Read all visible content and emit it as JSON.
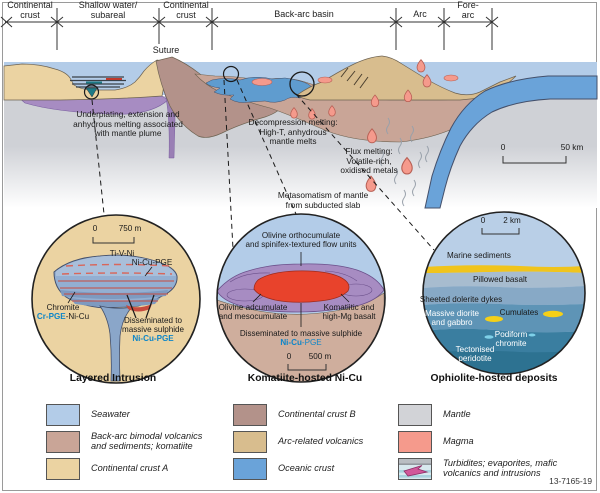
{
  "figure_id": "13-7165-19",
  "colors": {
    "seawater": "#b3cce8",
    "back_arc_bimodal": "#c9a597",
    "continental_crust_a": "#ebd3a2",
    "continental_crust_b": "#b3928a",
    "arc_related_volcanics": "#d8bd8e",
    "oceanic_crust": "#6aa3d9",
    "mantle": "#d2d3d7",
    "magma": "#f59a8c",
    "underplate_purple": "#a78cc2",
    "komatiite_red": "#e8432c",
    "ore_label_blue": "#0e86c8"
  },
  "header": {
    "zones": [
      {
        "lines": [
          "Continental",
          "crust"
        ]
      },
      {
        "lines": [
          "Shallow water/",
          "subareal"
        ]
      },
      {
        "lines": [
          "Continental",
          "crust"
        ]
      },
      {
        "lines": [
          "Back-arc basin"
        ]
      },
      {
        "lines": [
          "Arc"
        ]
      },
      {
        "lines": [
          "Fore-",
          "arc"
        ]
      }
    ],
    "suture": "Suture"
  },
  "section": {
    "notes": {
      "underplating": [
        "Underplating, extension and",
        "anhydrous melting associated",
        "with mantle plume"
      ],
      "decompression": [
        "Decompression melting:",
        "High-T, anhydrous",
        "mantle melts"
      ],
      "flux": [
        "Flux melting:",
        "Volatile-rich,",
        "oxidised metals"
      ],
      "metasomatism": [
        "Metasomatism of mantle",
        "from subducted slab"
      ]
    },
    "scale": {
      "zero": "0",
      "max": "50 km"
    }
  },
  "insets": {
    "layered": {
      "caption": "Layered Intrusion",
      "scale": {
        "zero": "0",
        "max": "750 m"
      },
      "labels": {
        "ti_v_ni": "Ti-V-Ni",
        "ni_cu_pge": "Ni-Cu-PGE",
        "chromite": "Chromite",
        "chromite_ore_blue": "Cr-PGE",
        "chromite_ore_black": "-Ni-Cu",
        "diss1": "Disseminated to",
        "diss2": "massive sulphide",
        "diss_ore": "Ni-Cu-PGE"
      }
    },
    "komatiite": {
      "caption": "Komatiite-hosted Ni-Cu",
      "scale": {
        "zero": "0",
        "max": "500 m"
      },
      "labels": {
        "ortho1": "Olivine orthocumulate",
        "ortho2": "and spinifex-textured flow units",
        "adcum1": "Olivine adcumulate",
        "adcum2": "and mesocumulate",
        "komat1": "Komatiitic and",
        "komat2": "high-Mg basalt",
        "diss": "Disseminated to massive sulphide",
        "ore_bold": "Ni-Cu",
        "ore_rest": "-PGE"
      }
    },
    "ophiolite": {
      "caption": "Ophiolite-hosted deposits",
      "scale": {
        "zero": "0",
        "max": "2 km"
      },
      "labels": {
        "marine": "Marine sediments",
        "pillowed": "Pillowed basalt",
        "sheeted": "Sheeted dolerite dykes",
        "massive1": "Massive diorite",
        "massive2": "and gabbro",
        "cumulates": "Cumulates",
        "podiform1": "Podiform",
        "podiform2": "chromite",
        "tect1": "Tectonised",
        "tect2": "peridotite"
      }
    }
  },
  "legend": {
    "items": [
      {
        "label_lines": [
          "Seawater"
        ],
        "color": "#b3cce8"
      },
      {
        "label_lines": [
          "Back-arc bimodal volcanics",
          "and sediments; komatiite"
        ],
        "color": "#c9a597"
      },
      {
        "label_lines": [
          "Continental crust A"
        ],
        "color": "#ebd3a2"
      },
      {
        "label_lines": [
          "Continental crust B"
        ],
        "color": "#b3928a"
      },
      {
        "label_lines": [
          "Arc-related volcanics"
        ],
        "color": "#d8bd8e"
      },
      {
        "label_lines": [
          "Oceanic crust"
        ],
        "color": "#6aa3d9"
      },
      {
        "label_lines": [
          "Mantle"
        ],
        "color": "#d2d3d7"
      },
      {
        "label_lines": [
          "Magma"
        ],
        "color": "#f59a8c"
      },
      {
        "label_lines": [
          "Turbidites; evaporites, mafic",
          "volcanics and intrusions"
        ],
        "color": null
      }
    ]
  }
}
